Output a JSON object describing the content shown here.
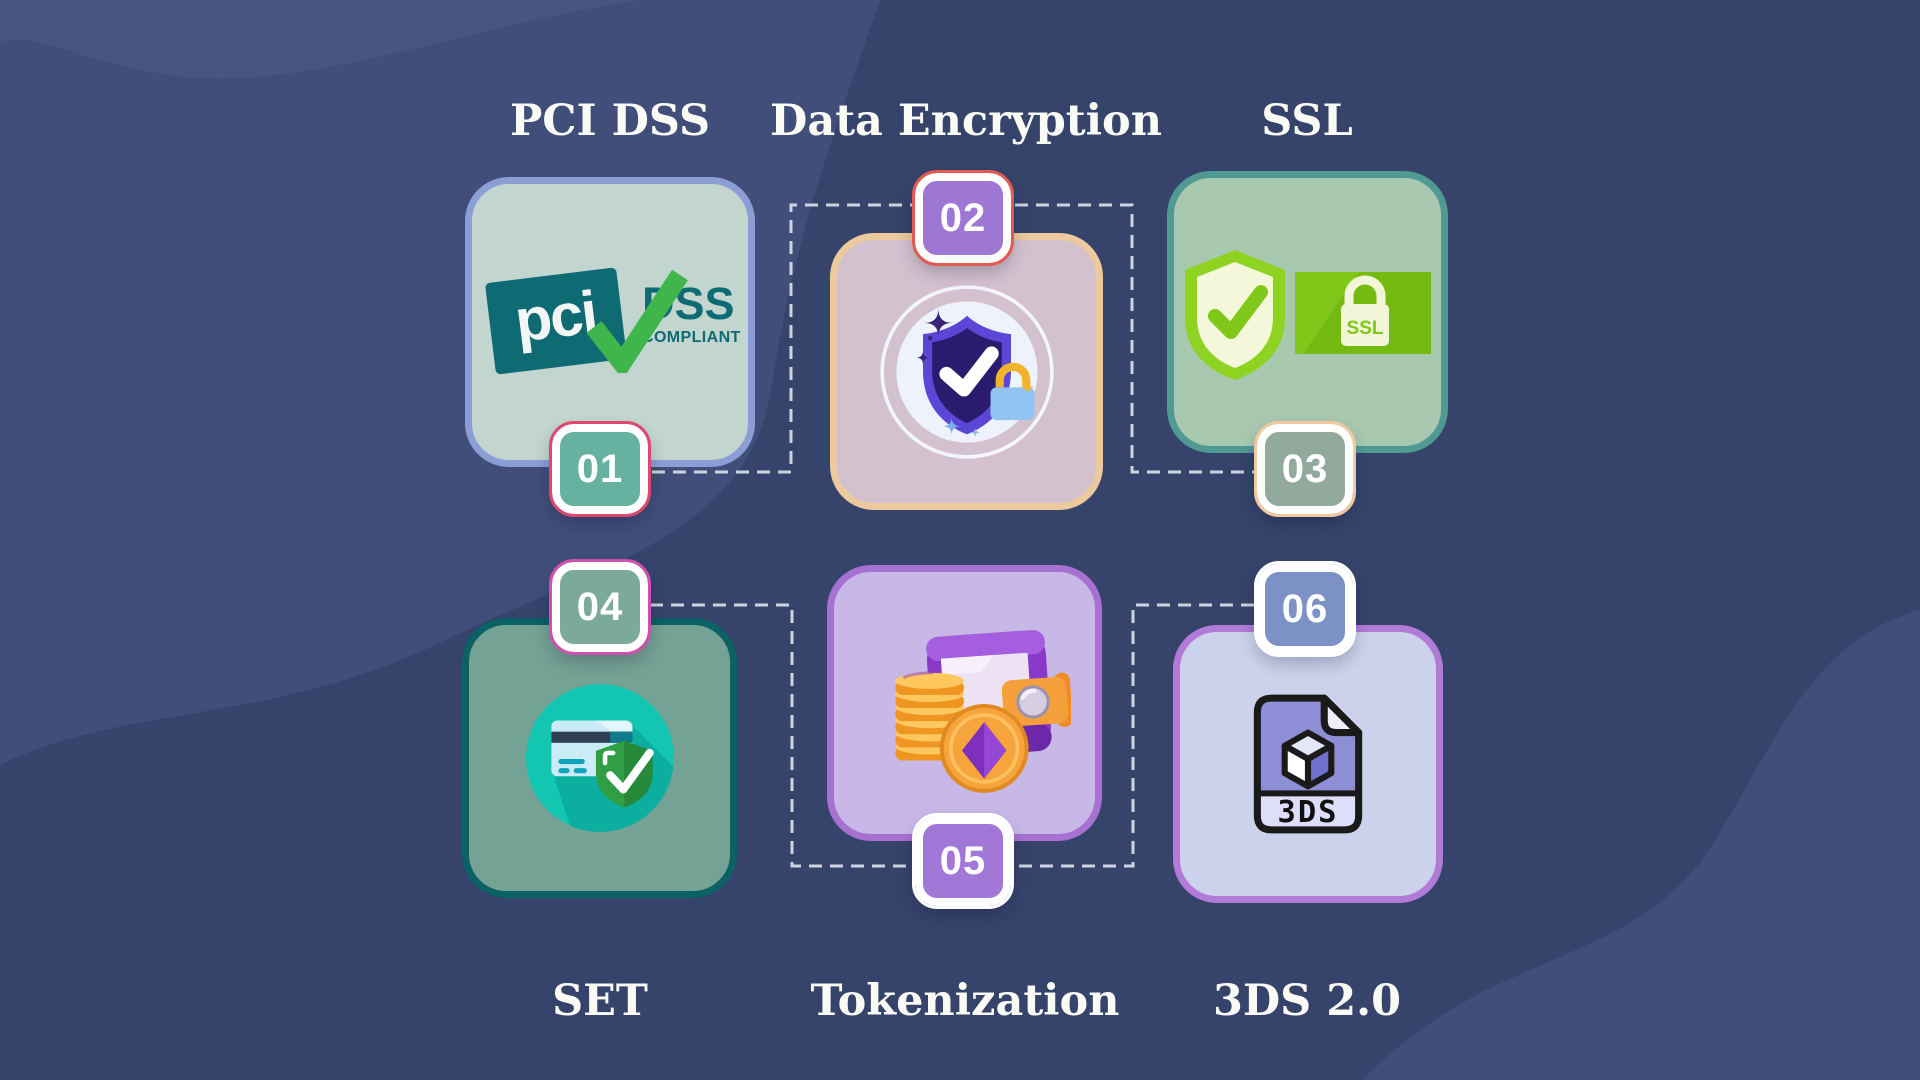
{
  "canvas": {
    "bg": "#36436b",
    "wave": "#404e79",
    "wave_highlight": "#47557f",
    "dash_color": "#ced3e0",
    "title_color": "#fbfbf6"
  },
  "cards": [
    {
      "number": "01",
      "title": "PCI DSS",
      "icon": "pci-dss-compliant-logo",
      "card_bg": "#c3d5cf",
      "card_border": "#8b9fd6",
      "badge_bg": "#66b1a0",
      "badge_ring": "#e0476d",
      "logo": {
        "pci": "pci",
        "dss": "DSS",
        "compliant": "COMPLIANT"
      }
    },
    {
      "number": "02",
      "title": "Data Encryption",
      "icon": "shield-check-lock-icon",
      "card_bg": "#d4c1ce",
      "card_border": "#ecca9e",
      "badge_bg": "#9d77d3",
      "badge_ring": "#e25a50"
    },
    {
      "number": "03",
      "title": "SSL",
      "icon": "ssl-shield-lock-badge-icon",
      "card_bg": "#a9c8b0",
      "card_border": "#4f9b94",
      "badge_bg": "#92aa9d",
      "badge_ring": "#f2c8a0",
      "logo": {
        "ssl": "SSL"
      }
    },
    {
      "number": "04",
      "title": "SET",
      "icon": "credit-card-shield-check-icon",
      "card_bg": "#74a294",
      "card_border": "#0b6163",
      "badge_bg": "#7ba99a",
      "badge_ring": "#cf4fae"
    },
    {
      "number": "05",
      "title": "Tokenization",
      "icon": "wallet-coins-token-icon",
      "card_bg": "#c7b8e8",
      "card_border": "#a671d1",
      "badge_bg": "#a177d8",
      "badge_ring": "#ffffff"
    },
    {
      "number": "06",
      "title": "3DS 2.0",
      "icon": "3ds-file-icon",
      "card_bg": "#ccd2ec",
      "card_border": "#b27bd7",
      "badge_bg": "#7c92c6",
      "badge_ring": "#ffffff",
      "logo": {
        "file": "3DS"
      }
    }
  ]
}
